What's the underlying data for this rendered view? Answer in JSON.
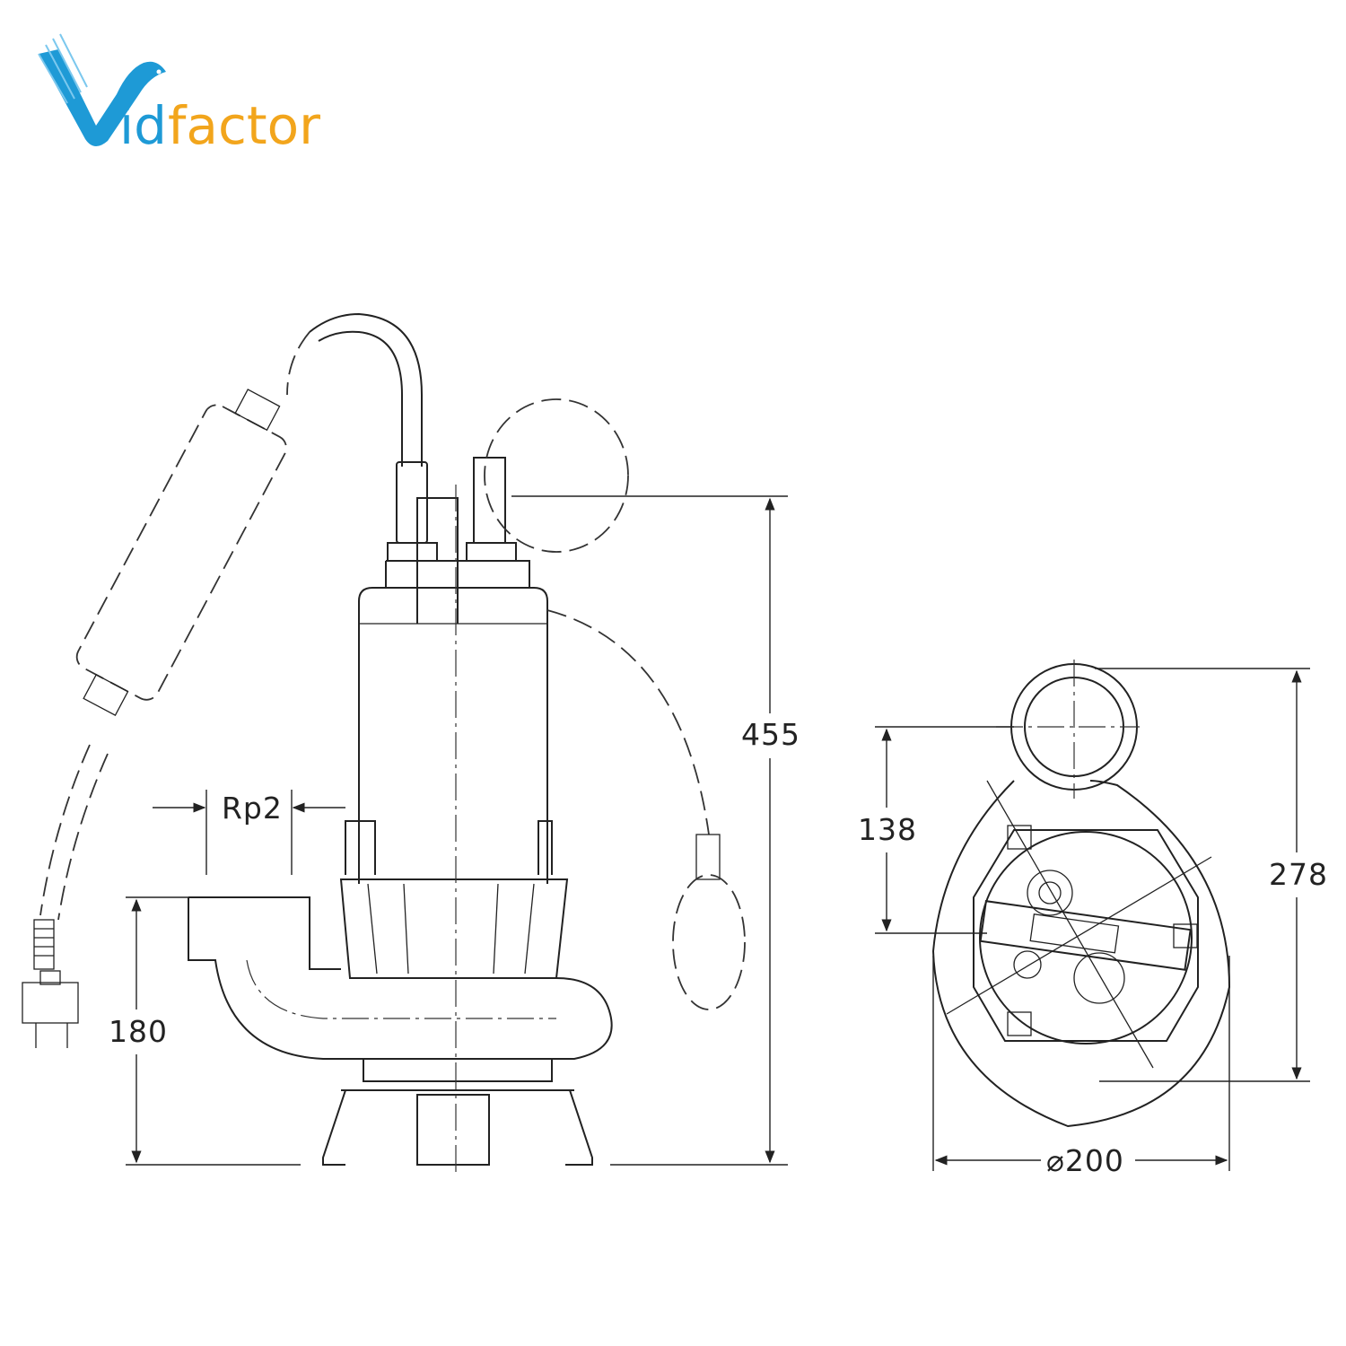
{
  "logo": {
    "text_v": "V",
    "text_id": "id",
    "text_factor": "factor",
    "blue": "#1e9ad6",
    "orange": "#f2a51c"
  },
  "dimensions": {
    "overall_height": "455",
    "outlet_thread": "Rp2",
    "outlet_height": "180",
    "outlet_offset": "138",
    "plan_depth": "278",
    "diameter": "⌀200"
  }
}
